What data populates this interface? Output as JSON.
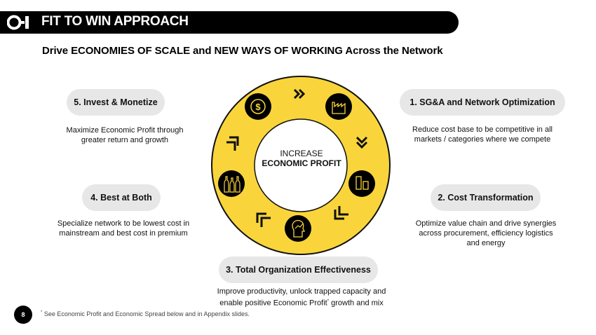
{
  "header": {
    "title": "FIT TO WIN APPROACH",
    "logo_text": "O-I"
  },
  "subtitle": "Drive ECONOMIES OF SCALE and NEW WAYS OF WORKING Across the Network",
  "center": {
    "line1": "INCREASE",
    "line2": "ECONOMIC PROFIT"
  },
  "pillars": [
    {
      "title": "1. SG&A and Network Optimization",
      "desc_lines": [
        "Reduce cost base to be competitive in all",
        "markets / categories where we compete"
      ]
    },
    {
      "title": "2. Cost Transformation",
      "desc_lines": [
        "Optimize value chain and drive synergies",
        "across procurement, efficiency logistics",
        "and energy"
      ]
    },
    {
      "title": "3. Total Organization Effectiveness",
      "desc_lines": [
        "Improve productivity, unlock trapped capacity and",
        "enable positive Economic Profit",
        "growth and mix"
      ],
      "sup": "*"
    },
    {
      "title": "4. Best at Both",
      "desc_lines": [
        "Specialize network to be lowest cost in",
        "mainstream and best cost in premium"
      ]
    },
    {
      "title": "5. Invest & Monetize",
      "desc_lines": [
        "Maximize Economic Profit through",
        "greater return and growth"
      ]
    }
  ],
  "icons": [
    "dollar-icon",
    "factory-icon",
    "containers-icon",
    "growth-head-icon",
    "bottles-icon"
  ],
  "footer": {
    "page_number": "8",
    "footnote_mark": "*",
    "footnote": "See Economic Profit and Economic Spread below and in Appendix slides."
  },
  "colors": {
    "ring": "#f9d53b",
    "banner": "#000000",
    "pill": "#e7e7e7"
  }
}
